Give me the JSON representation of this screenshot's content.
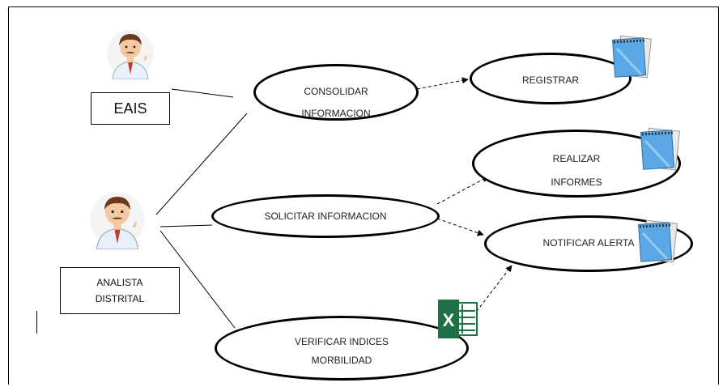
{
  "actors": {
    "eais": {
      "label": "EAIS",
      "icon": "doctor-icon"
    },
    "analista": {
      "label_line1": "ANALISTA",
      "label_line2": "DISTRITAL",
      "icon": "doctor-icon"
    }
  },
  "use_cases": {
    "consolidar": {
      "line1": "CONSOLIDAR",
      "line2": "INFORMACION"
    },
    "registrar": {
      "line1": "REGISTRAR"
    },
    "realizar": {
      "line1": "REALIZAR",
      "line2": "INFORMES"
    },
    "solicitar": {
      "line1": "SOLICITAR INFORMACION"
    },
    "notificar": {
      "line1": "NOTIFICAR  ALERTA"
    },
    "verificar": {
      "line1": "VERIFICAR INDICES",
      "line2": "MORBILIDAD"
    }
  },
  "icons": {
    "notepad": "notepad-icon",
    "excel": "excel-icon",
    "excel_letter": "X"
  },
  "colors": {
    "excel_green": "#1e7145",
    "notepad_blue": "#5aa9e6",
    "skin": "#f2c9a0",
    "hair": "#6b3a1e",
    "coat": "#e8f1fb"
  }
}
